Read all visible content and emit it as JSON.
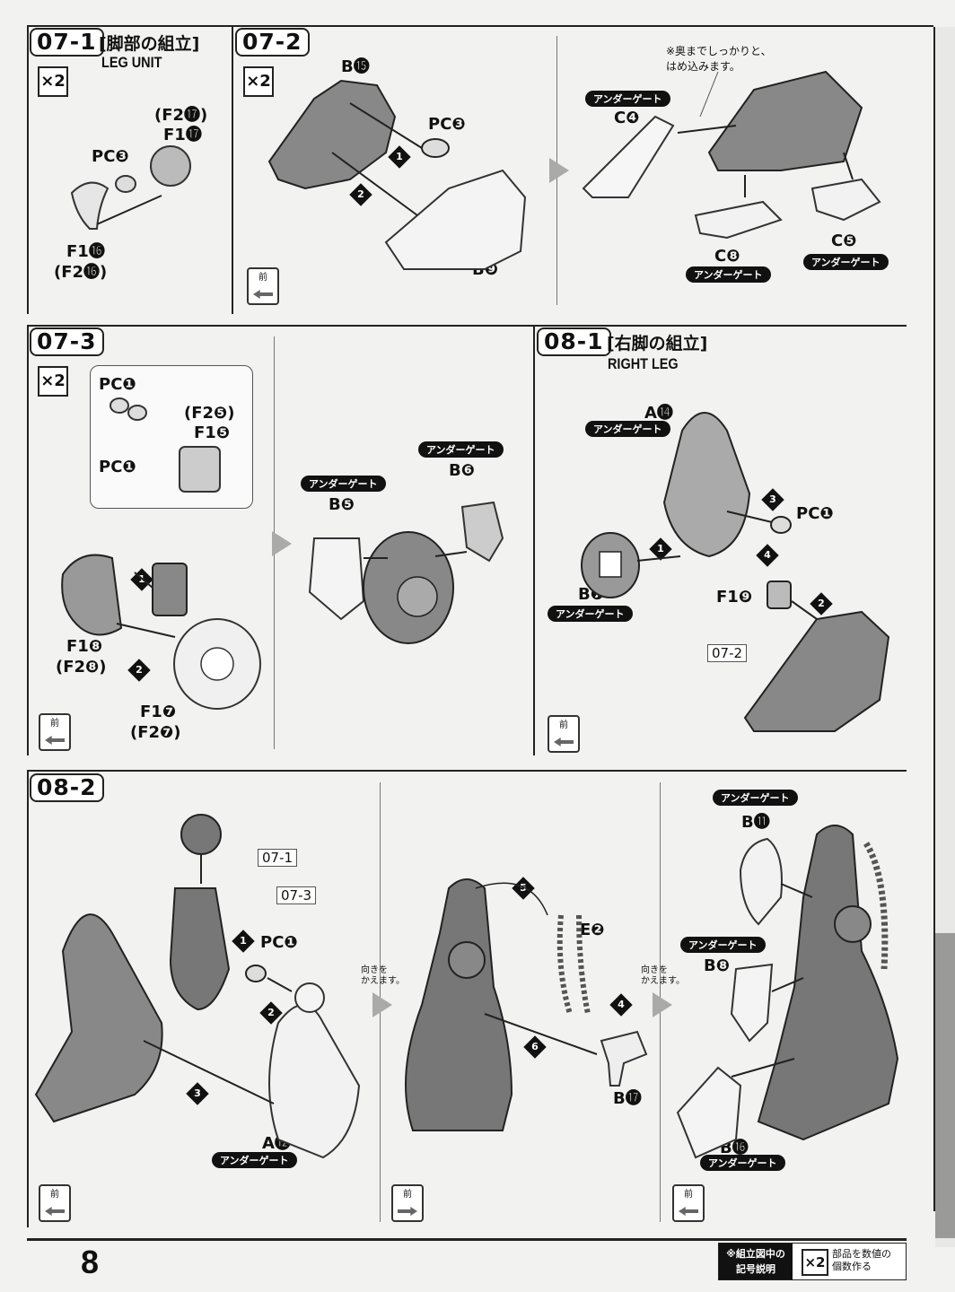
{
  "page_number": "8",
  "under_gate": "アンダーゲート",
  "front": "前",
  "turn_note": "向きを\nかえます。",
  "steps": {
    "s07_1": {
      "no": "07-1",
      "title_jp": "[脚部の組立]",
      "title_en": "LEG UNIT",
      "qty": "×2",
      "labels": {
        "f2_17": "(F2⓱)",
        "f1_17": "F1⓱",
        "pc3": "PC❸",
        "f1_16": "F1⓰",
        "f2_16": "(F2⓰)"
      }
    },
    "s07_2": {
      "no": "07-2",
      "qty": "×2",
      "labels": {
        "b15": "B⓯",
        "pc3": "PC❸",
        "b9": "B❾",
        "c4": "C❹",
        "c8": "C❽",
        "c5": "C❺"
      },
      "note": "※奥までしっかりと、\nはめ込みます。"
    },
    "s07_3": {
      "no": "07-3",
      "qty": "×2",
      "labels": {
        "pc1a": "PC❶",
        "f2_5": "(F2❺)",
        "f1_5": "F1❺",
        "pc1b": "PC❶",
        "f1_8": "F1❽",
        "f2_8": "(F2❽)",
        "f1_7": "F1❼",
        "f2_7": "(F2❼)",
        "b5": "B❺",
        "b6": "B❻"
      }
    },
    "s08_1": {
      "no": "08-1",
      "title_jp": "[右脚の組立]",
      "title_en": "RIGHT LEG",
      "labels": {
        "a14": "A⓮",
        "pc1": "PC❶",
        "b7": "B❼",
        "f1_9": "F1❾",
        "ref": "07-2"
      }
    },
    "s08_2": {
      "no": "08-2",
      "labels": {
        "ref1": "07-1",
        "ref3": "07-3",
        "pc1": "PC❶",
        "a12": "A⓬",
        "e2": "E❷",
        "b17": "B⓱",
        "b11": "B⓫",
        "b8": "B❽",
        "b16": "B⓰"
      }
    }
  },
  "footer": {
    "legend_label": "※組立図中の\n記号説明",
    "qty": "×2",
    "qty_desc": "部品を数値の\n個数作る"
  }
}
